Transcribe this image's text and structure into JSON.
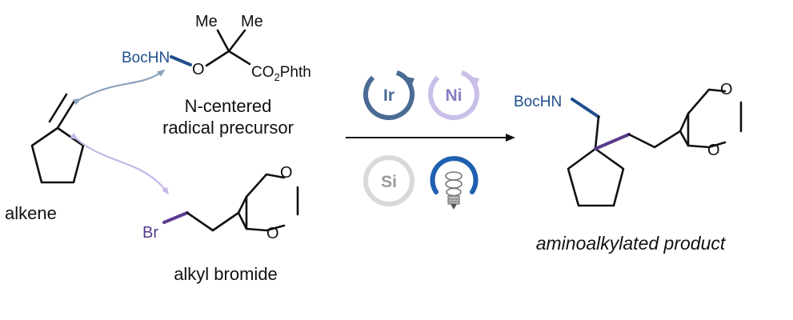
{
  "labels": {
    "alkene": "alkene",
    "alkyl_bromide": "alkyl bromide",
    "precursor_line1": "N-centered",
    "precursor_line2": "radical precursor",
    "product": "aminoalkylated product"
  },
  "atoms": {
    "boc_hn": "BocHN",
    "me": "Me",
    "o": "O",
    "co2": "CO",
    "sub2": "2",
    "phth": "Phth",
    "br": "Br"
  },
  "catalysts": {
    "ir": "Ir",
    "ni": "Ni",
    "si": "Si"
  },
  "colors": {
    "nitrogen": "#1f4e8c",
    "alkyl": "#5b3a8e",
    "ir_ring": "#4a6b94",
    "ni_ring": "#c9bfe8",
    "si_ring": "#d9d9d9",
    "bulb_arc": "#1f5fb0"
  }
}
